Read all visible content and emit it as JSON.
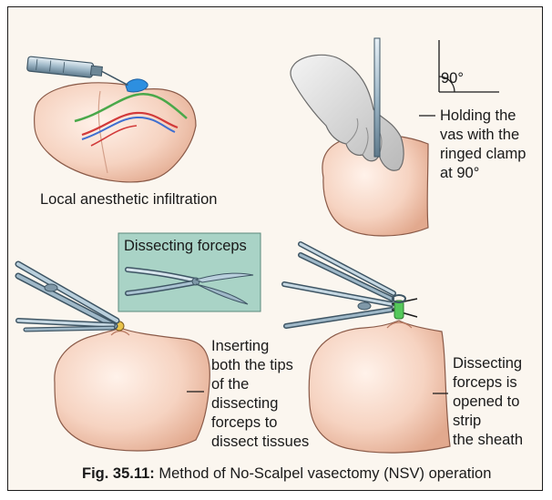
{
  "figure": {
    "caption_number": "Fig. 35.11:",
    "caption_text": " Method of No-Scalpel vasectomy (NSV) operation"
  },
  "panels": {
    "top_left": {
      "label": "Local anesthetic infiltration"
    },
    "top_right": {
      "angle_label": "90°",
      "label": "Holding the\nvas with the\nringed clamp\nat 90°"
    },
    "bottom_left": {
      "inset_title": "Dissecting forceps",
      "label": "Inserting\nboth the tips\nof the\ndissecting\nforceps to\ndissect tissues"
    },
    "bottom_right": {
      "label": "Dissecting\nforceps is\nopened to\nstrip\nthe sheath"
    }
  },
  "colors": {
    "skin_light": "#fde9df",
    "skin_mid": "#f2c4ad",
    "skin_shadow": "#d9987c",
    "instrument": "#9fb8c8",
    "inset_bg": "#a9d3c6",
    "vessel_red": "#d23a3a",
    "vessel_blue": "#3f6fd0",
    "nerve_green": "#4aa84a",
    "anesthetic_blue": "#2d8fe0",
    "clamp_ring": "#55c85a"
  }
}
